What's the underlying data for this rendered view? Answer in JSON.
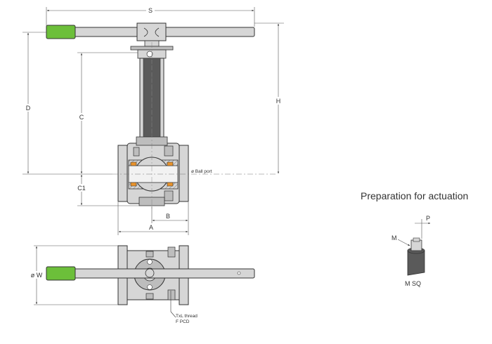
{
  "labels": {
    "S": "S",
    "H": "H",
    "D": "D",
    "C": "C",
    "C1": "C1",
    "B": "B",
    "A": "A",
    "W": "ø W",
    "ball_port": "ø Ball port",
    "thread": "TxL thread",
    "pcd": "F PCD",
    "actuation_title": "Preparation for actuation",
    "M": "M",
    "P": "P",
    "MSQ": "M SQ"
  },
  "colors": {
    "line": "#333333",
    "body_fill": "#d6d6d6",
    "body_dark": "#a9a9a9",
    "stem_dark": "#5a5a5a",
    "handle_grip": "#6cbf3a",
    "seat_orange": "#e8932c",
    "dim_line": "#555555"
  }
}
